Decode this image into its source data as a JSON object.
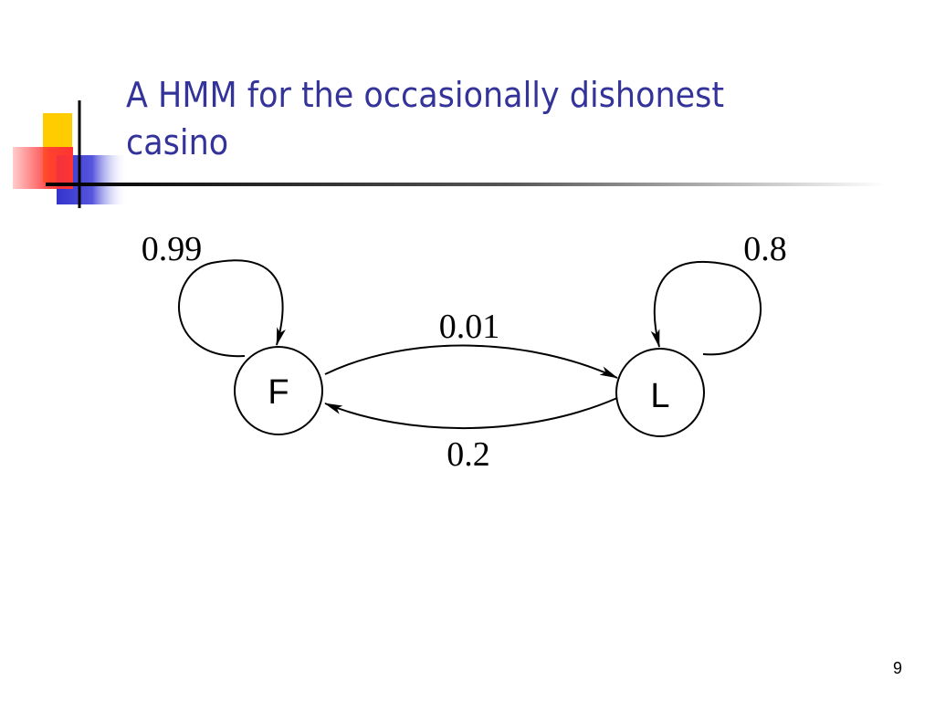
{
  "slide": {
    "title": "A HMM for the occasionally dishonest casino",
    "title_line_1": "A HMM for the occasionally dishonest",
    "title_line_2": "casino",
    "page_number": "9",
    "title_color": "#333399"
  },
  "diagram": {
    "states": [
      {
        "id": "F",
        "label": "F"
      },
      {
        "id": "L",
        "label": "L"
      }
    ],
    "transitions": [
      {
        "from": "F",
        "to": "F",
        "probability": "0.99"
      },
      {
        "from": "F",
        "to": "L",
        "probability": "0.01"
      },
      {
        "from": "L",
        "to": "F",
        "probability": "0.2"
      },
      {
        "from": "L",
        "to": "L",
        "probability": "0.8"
      }
    ]
  },
  "decoration": {
    "colors": {
      "yellow": "#ffcc00",
      "red": "#ff3333",
      "blue": "#3333cc",
      "rule": "#000000"
    }
  }
}
